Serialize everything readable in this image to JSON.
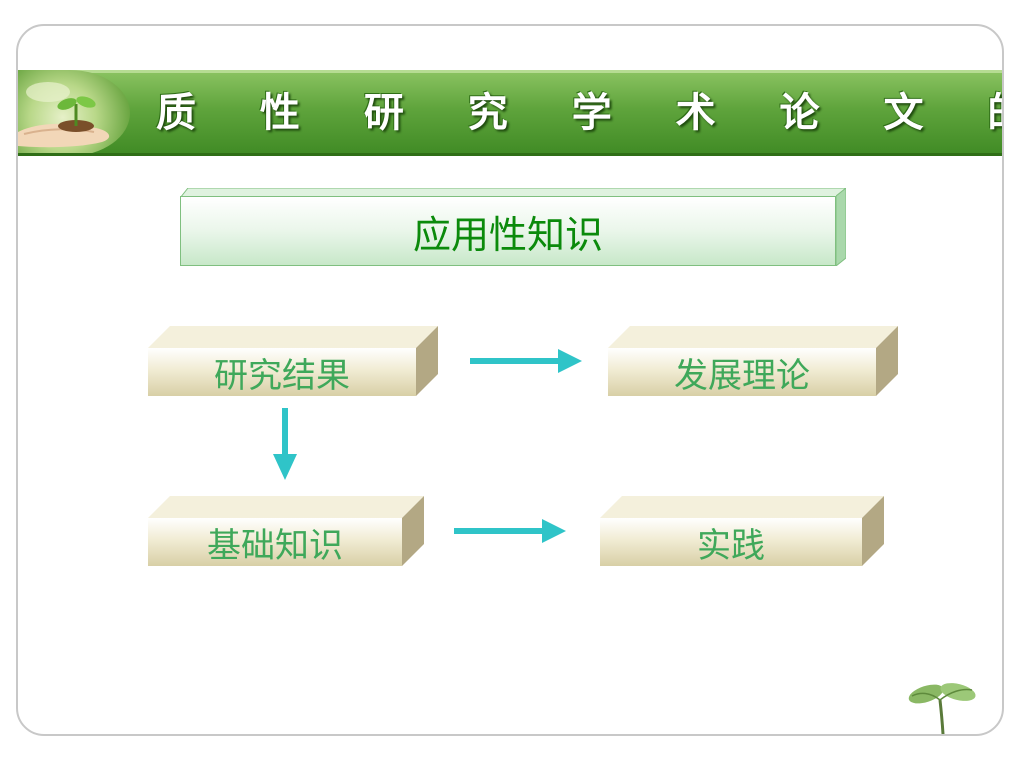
{
  "slide": {
    "title": "质 性 研 究 学 术 论 文 的 评 价"
  },
  "diagram": {
    "top_box": {
      "label": "应用性知识"
    },
    "nodes": {
      "research_results": "研究结果",
      "theory_development": "发展理论",
      "basic_knowledge": "基础知识",
      "practice": "实践"
    }
  },
  "colors": {
    "title_green": "#5fa43c",
    "top_box_text": "#0b8a0b",
    "node_text": "#3fa85a",
    "arrow_teal": "#2fc4c8"
  }
}
